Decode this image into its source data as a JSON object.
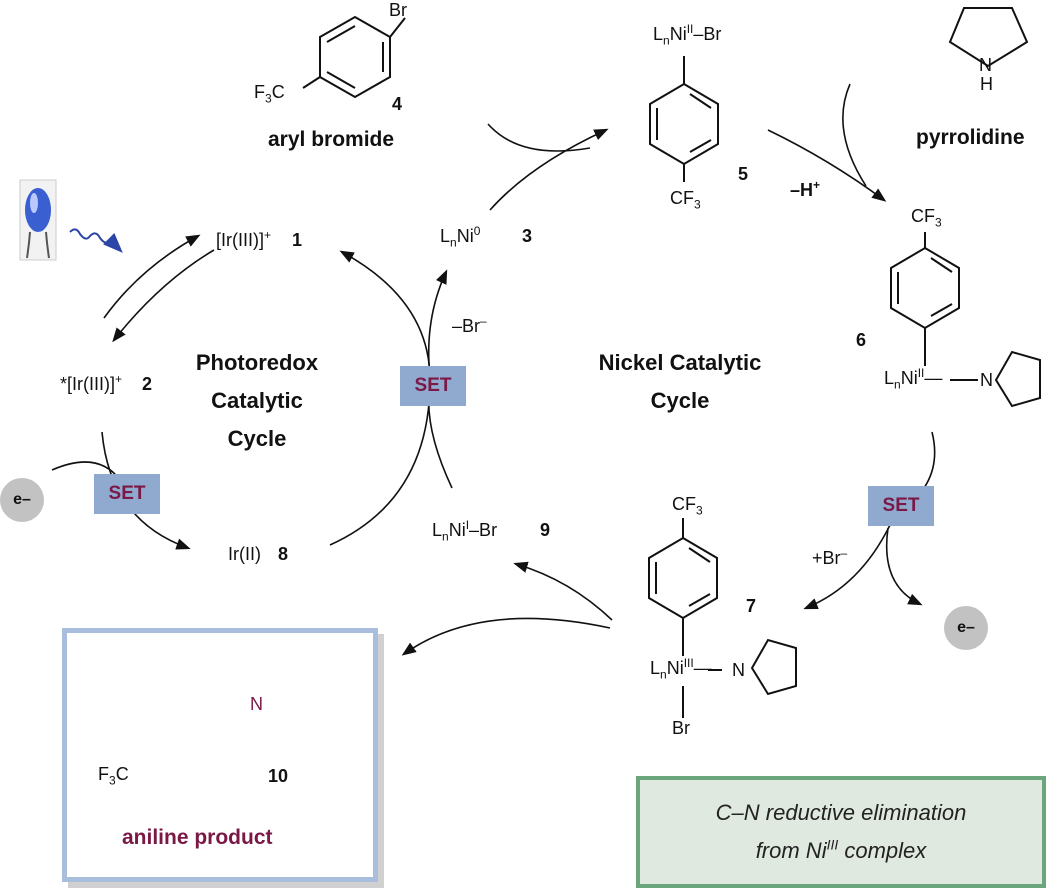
{
  "compound_4": {
    "label": "aryl bromide",
    "number": "4",
    "substituent": "F3C",
    "br": "Br"
  },
  "pyrrolidine": {
    "label": "pyrrolidine",
    "nh": "N",
    "h": "H"
  },
  "compound_5": {
    "number": "5",
    "ni": "LnNiII–Br",
    "cf3": "CF3"
  },
  "compound_6": {
    "number": "6",
    "cf3": "CF3",
    "ni": "LnNiII",
    "n": "N"
  },
  "compound_7": {
    "number": "7",
    "cf3": "CF3",
    "ni": "LnNiIII",
    "n": "N",
    "br": "Br"
  },
  "compound_3": {
    "text": "LnNi0",
    "number": "3"
  },
  "compound_9": {
    "text": "LnNiI–Br",
    "number": "9"
  },
  "compound_1": {
    "text": "[Ir(III)]+",
    "number": "1"
  },
  "compound_2": {
    "text": "*[Ir(III)]+",
    "number": "2"
  },
  "compound_8": {
    "text": "Ir(II)",
    "number": "8"
  },
  "compound_10": {
    "number": "10",
    "label": "aniline product",
    "substituent": "F3C",
    "n": "N"
  },
  "steps": {
    "minus_h": "–H+",
    "minus_br": "–Br–",
    "plus_br": "+Br–"
  },
  "set_label": "SET",
  "electron": "e–",
  "cycles": {
    "photoredox": [
      "Photoredox",
      "Catalytic",
      "Cycle"
    ],
    "nickel": [
      "Nickel Catalytic",
      "Cycle"
    ]
  },
  "note": [
    "C–N reductive elimination",
    "from NiIII complex"
  ],
  "colors": {
    "set_fill": "#8fa9cf",
    "set_text": "#7a1846",
    "product_box": "#a9bddc",
    "note_box": "#6aa57c",
    "note_fill": "#dfe9df",
    "accent_bond": "#7a1846",
    "led": "#3a5fd0"
  }
}
